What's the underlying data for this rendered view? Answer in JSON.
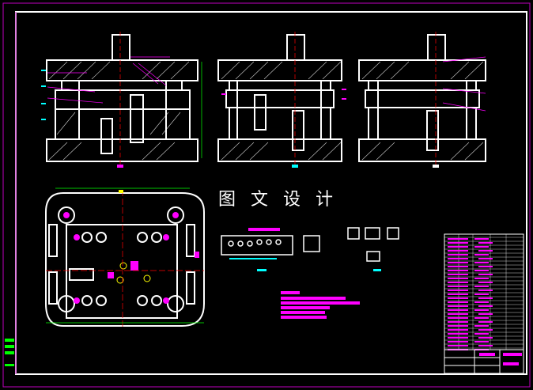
{
  "drawing": {
    "background_color": "#000000",
    "frame_color": "#c000c0",
    "line_color": "#ffffff",
    "accent_colors": [
      "#ff00ff",
      "#00ffff",
      "#00ff00",
      "#ffff00",
      "#ff0000"
    ]
  },
  "watermark": {
    "text": "图 文 设 计"
  },
  "views": [
    {
      "name": "section-view-left",
      "type": "die-assembly-section"
    },
    {
      "name": "section-view-middle",
      "type": "die-assembly-section"
    },
    {
      "name": "section-view-right",
      "type": "die-assembly-section"
    },
    {
      "name": "plan-view",
      "type": "die-plan-view"
    },
    {
      "name": "strip-layout",
      "type": "strip-layout"
    },
    {
      "name": "part-detail",
      "type": "part-detail"
    }
  ],
  "bom_table": {
    "visible": true
  },
  "title_block": {
    "visible": true
  }
}
